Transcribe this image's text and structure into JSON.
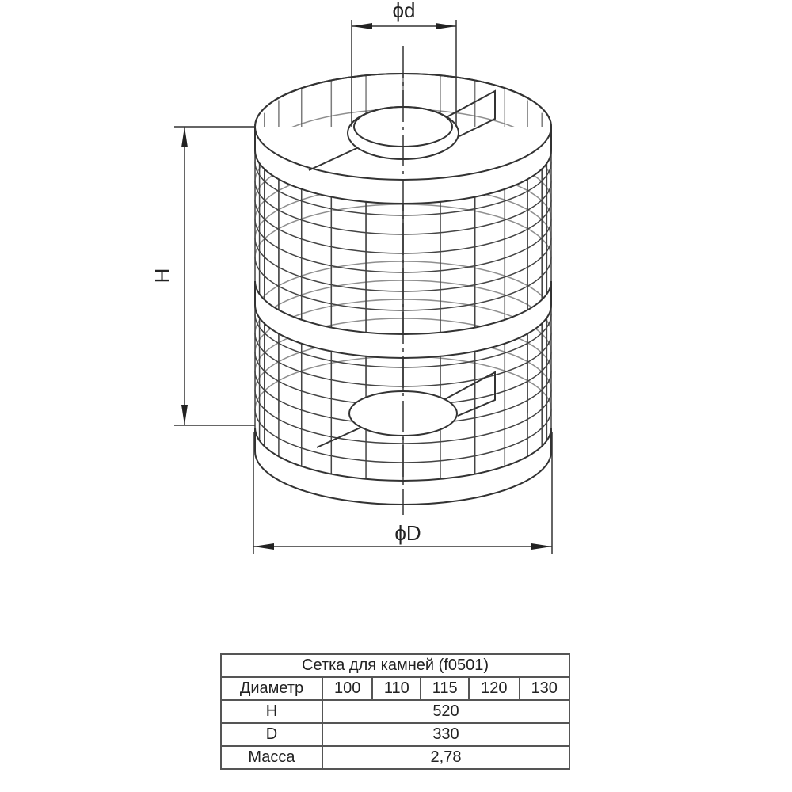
{
  "drawing": {
    "label_small_diameter": "ϕd",
    "label_height": "H",
    "label_large_diameter": "ϕD",
    "line_color": "#333333"
  },
  "table": {
    "title": "Сетка для камней (f0501)",
    "header_label": "Диаметр",
    "diameters": [
      "100",
      "110",
      "115",
      "120",
      "130"
    ],
    "rows": [
      {
        "label": "H",
        "value": "520"
      },
      {
        "label": "D",
        "value": "330"
      },
      {
        "label": "Масса",
        "value": "2,78"
      }
    ]
  }
}
